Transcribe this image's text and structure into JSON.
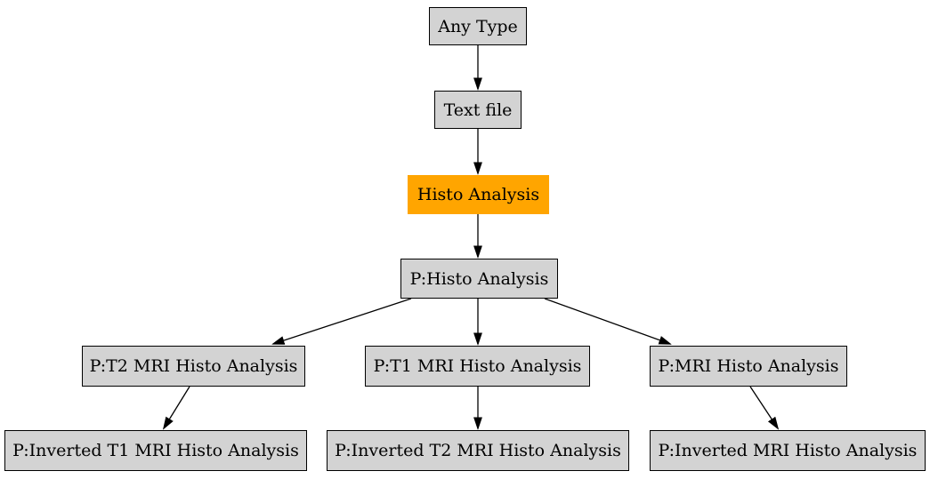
{
  "diagram": {
    "background_color": "#ffffff",
    "node_fill_color": "#d3d3d3",
    "node_border_color": "#000000",
    "highlight_fill_color": "#ffa500",
    "edge_color": "#000000",
    "nodes": [
      {
        "id": "any-type",
        "label": "Any Type",
        "highlighted": false
      },
      {
        "id": "text-file",
        "label": "Text file",
        "highlighted": false
      },
      {
        "id": "histo",
        "label": "Histo Analysis",
        "highlighted": true
      },
      {
        "id": "p-histo",
        "label": "P:Histo Analysis",
        "highlighted": false
      },
      {
        "id": "p-t2",
        "label": "P:T2 MRI Histo Analysis",
        "highlighted": false
      },
      {
        "id": "p-t1",
        "label": "P:T1 MRI Histo Analysis",
        "highlighted": false
      },
      {
        "id": "p-mri",
        "label": "P:MRI Histo Analysis",
        "highlighted": false
      },
      {
        "id": "p-inv-t1",
        "label": "P:Inverted T1 MRI Histo Analysis",
        "highlighted": false
      },
      {
        "id": "p-inv-t2",
        "label": "P:Inverted T2 MRI Histo Analysis",
        "highlighted": false
      },
      {
        "id": "p-inv-mri",
        "label": "P:Inverted MRI Histo Analysis",
        "highlighted": false
      }
    ],
    "edges": [
      {
        "from": "any-type",
        "to": "text-file"
      },
      {
        "from": "text-file",
        "to": "histo"
      },
      {
        "from": "histo",
        "to": "p-histo"
      },
      {
        "from": "p-histo",
        "to": "p-t2"
      },
      {
        "from": "p-histo",
        "to": "p-t1"
      },
      {
        "from": "p-histo",
        "to": "p-mri"
      },
      {
        "from": "p-t2",
        "to": "p-inv-t1"
      },
      {
        "from": "p-t1",
        "to": "p-inv-t2"
      },
      {
        "from": "p-mri",
        "to": "p-inv-mri"
      }
    ]
  }
}
